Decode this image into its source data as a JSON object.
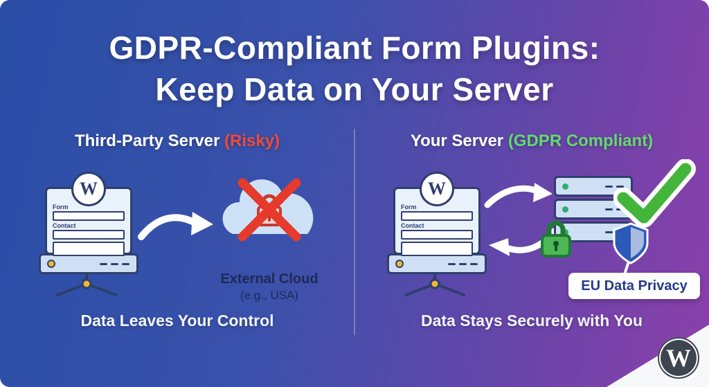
{
  "title": {
    "line1": "GDPR-Compliant Form Plugins:",
    "line2": "Keep Data on Your Server"
  },
  "left_panel": {
    "heading": "Third-Party Server",
    "heading_highlight": "(Risky)",
    "form": {
      "field1_label": "Form",
      "field2_label": "Contact"
    },
    "cloud_title": "External Cloud",
    "cloud_subtitle": "(e.g., USA)",
    "caption": "Data Leaves Your Control"
  },
  "right_panel": {
    "heading": "Your Server",
    "heading_highlight": "(GDPR Compliant)",
    "form": {
      "field1_label": "Form",
      "field2_label": "Contact"
    },
    "badge": "EU Data Privacy",
    "caption": "Data Stays Securely with You"
  },
  "branding": {
    "wordpress_initial": "W"
  },
  "colors": {
    "risky_red": "#ef4b3a",
    "compliant_green": "#63d96d",
    "badge_text": "#223a8c",
    "background_blue": "#2a4ea7",
    "background_purple": "#8c40ab",
    "check_green": "#42b53a",
    "lock_green": "#4db853",
    "shield_blue": "#2d59b8",
    "x_red": "#e53a2c"
  }
}
